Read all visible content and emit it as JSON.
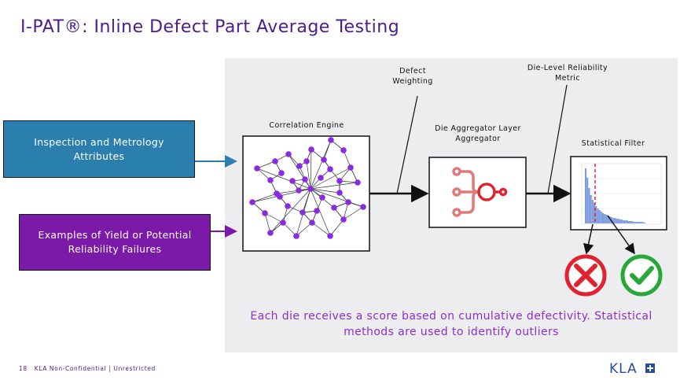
{
  "title": "I-PAT®: Inline Defect Part Average Testing",
  "inputs": {
    "attributes": "Inspection and Metrology Attributes",
    "failures": "Examples of Yield or Potential Reliability Failures"
  },
  "labels": {
    "correlation_engine": "Correlation Engine",
    "defect_weighting": "Defect Weighting",
    "aggregator": "Die Aggregator Layer Aggregator",
    "die_level_metric": "Die-Level Reliability Metric",
    "statistical_filter": "Statistical Filter"
  },
  "note": "Each die receives a score based on cumulative defectivity. Statistical methods are used to identify outliers",
  "footer": {
    "page_number": "18",
    "classification": "KLA Non-Confidential | Unrestricted"
  },
  "logo": {
    "text": "KLA"
  },
  "colors": {
    "title": "#4b1b8f",
    "blue_box": "#2a7fae",
    "purple_box": "#7b1aa8",
    "node": "#8a2be2",
    "reject": "#e0242f",
    "accept": "#27a83a",
    "aggregator_icon": "#e07a7a",
    "histogram": "#7f9be0",
    "threshold": "#e0242f"
  },
  "icons": [
    "reject-x-icon",
    "accept-check-icon",
    "aggregator-icon",
    "network-graph-icon",
    "histogram-icon"
  ]
}
